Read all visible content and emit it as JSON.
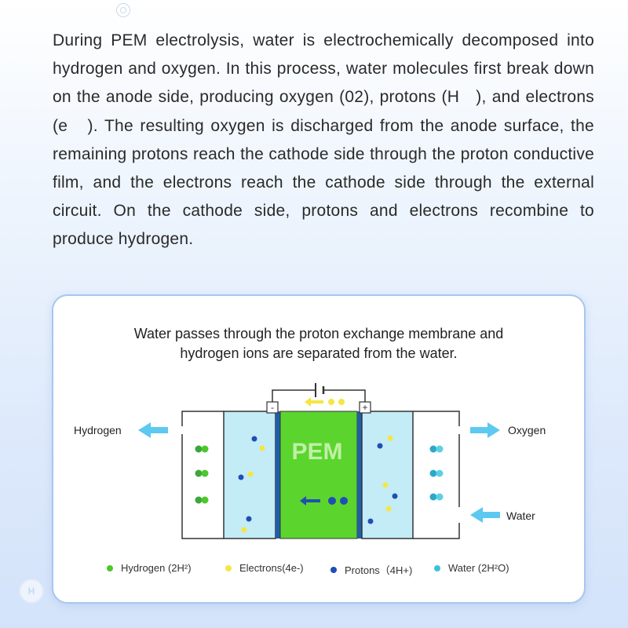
{
  "intro": {
    "paragraph": "During PEM electrolysis, water is electrochemically decomposed into hydrogen and oxygen. In this process, water molecules first break down on the anode side, producing oxygen (02), protons (H   ), and electrons (e   ). The resulting oxygen is discharged from the anode surface, the remaining protons reach the cathode side through the proton conductive film, and the electrons reach the cathode side through the external circuit. On the cathode side, protons and electrons recombine to produce hydrogen."
  },
  "diagram": {
    "title_line1": "Water passes through the proton exchange membrane and",
    "title_line2": "hydrogen ions are separated from the water.",
    "membrane_label": "PEM",
    "label_hydrogen": "Hydrogen",
    "label_oxygen": "Oxygen",
    "label_water": "Water",
    "terminal_negative": "-",
    "terminal_positive": "+"
  },
  "legend": [
    {
      "label": "Hydrogen (2H²)",
      "color": "#4cc82a"
    },
    {
      "label": "Electrons(4e-)",
      "color": "#f5e642"
    },
    {
      "label": "Protons（4H+)",
      "color": "#1f4fb4"
    },
    {
      "label": "Water (2H²O)",
      "color": "#3cc2d8"
    }
  ],
  "logo": {
    "text": "H"
  },
  "colors": {
    "pem_green": "#5cd42e",
    "membrane_blue": "#1f5fa8",
    "chamber_blue": "#c3ecf7",
    "arrow_blue": "#5cc9f0",
    "electron_yellow": "#f5e642",
    "proton_blue": "#1f4fb4"
  }
}
